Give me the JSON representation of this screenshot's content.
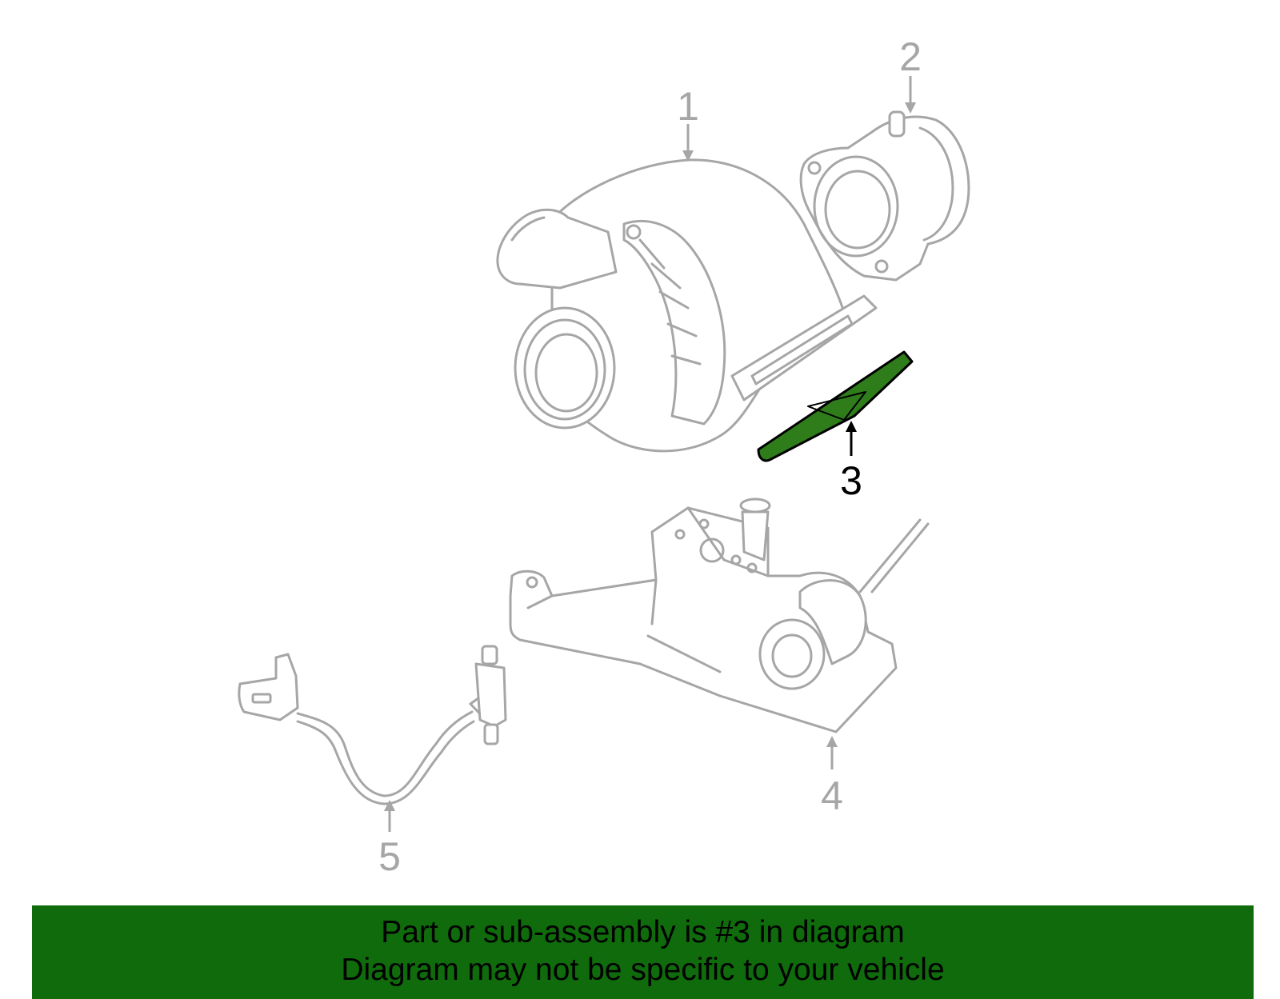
{
  "diagram": {
    "selected_part": "3",
    "highlight_color": "#2e7d1a",
    "callouts": [
      {
        "id": "1",
        "label": "1"
      },
      {
        "id": "2",
        "label": "2"
      },
      {
        "id": "3",
        "label": "3"
      },
      {
        "id": "4",
        "label": "4"
      },
      {
        "id": "5",
        "label": "5"
      }
    ]
  },
  "banner": {
    "line1": "Part or sub-assembly is #3 in diagram",
    "line2": "Diagram may not be specific to your vehicle",
    "background": "#0f6b0b"
  }
}
